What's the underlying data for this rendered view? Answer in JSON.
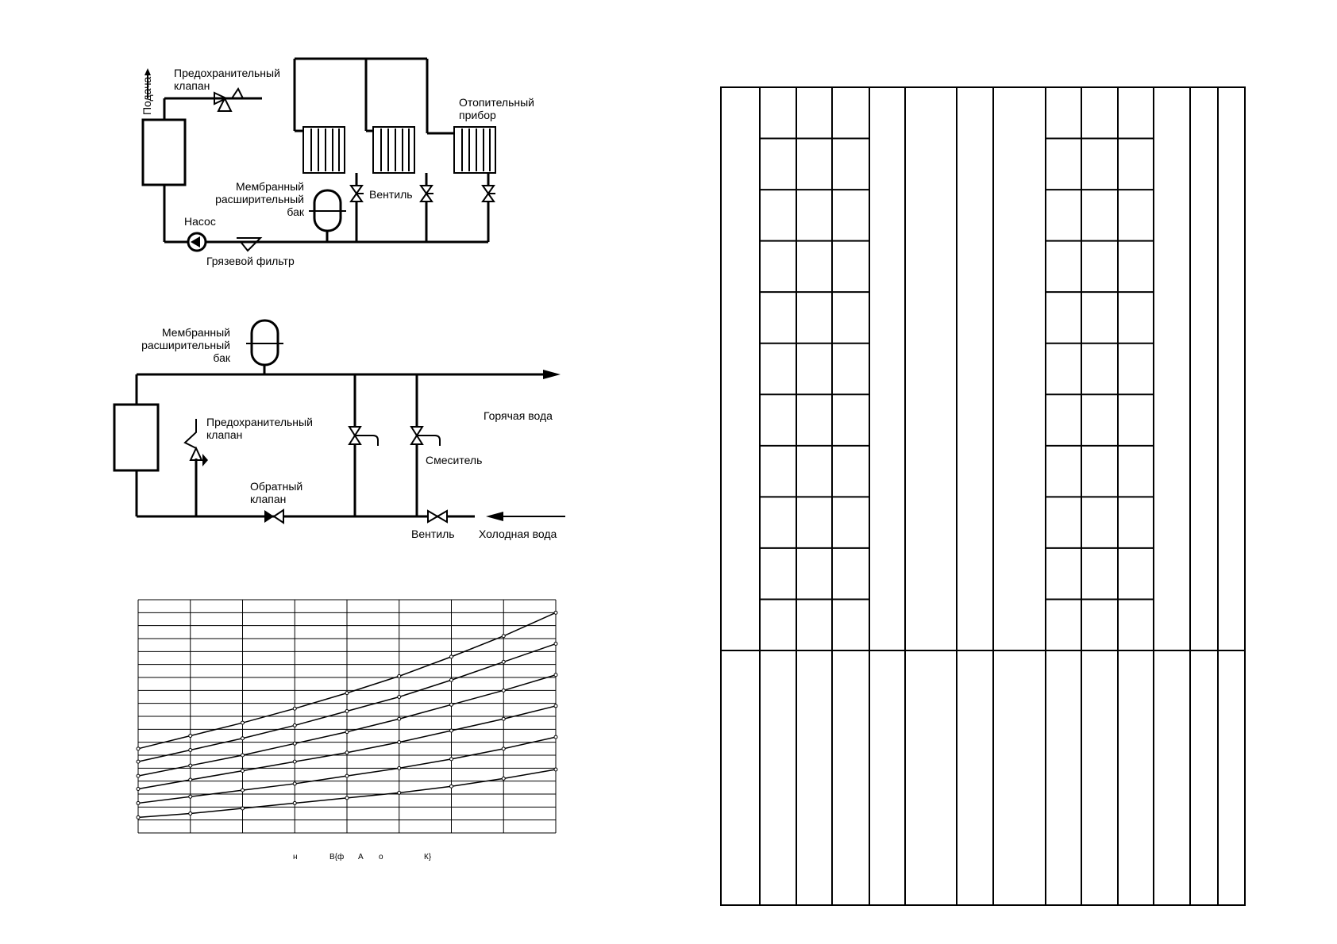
{
  "diagram1": {
    "supply": "Подача",
    "safety_valve_1": "Предохранительный",
    "safety_valve_2": "клапан",
    "heater_1": "Отопительный",
    "heater_2": "прибор",
    "tank_1": "Мембранный",
    "tank_2": "расширительный",
    "tank_3": "бак",
    "valve": "Вентиль",
    "pump": "Насос",
    "filter": "Грязевой фильтр"
  },
  "diagram2": {
    "tank_1": "Мембранный",
    "tank_2": "расширительный",
    "tank_3": "бак",
    "hot_water": "Горячая вода",
    "safety_valve_1": "Предохранительный",
    "safety_valve_2": "клапан",
    "mixer": "Смеситель",
    "check_valve_1": "Обратный",
    "check_valve_2": "клапан",
    "valve": "Вентиль",
    "cold_water": "Холодная вода"
  },
  "chart_data": {
    "type": "line",
    "x": [
      0,
      1,
      2,
      3,
      4,
      5,
      6,
      7,
      8
    ],
    "xlim": [
      0,
      8
    ],
    "ylim": [
      0,
      18
    ],
    "grid": true,
    "series": [
      {
        "values": [
          6.5,
          7.5,
          8.5,
          9.6,
          10.8,
          12.1,
          13.6,
          15.2,
          17.0
        ]
      },
      {
        "values": [
          5.5,
          6.4,
          7.3,
          8.3,
          9.4,
          10.5,
          11.8,
          13.2,
          14.6
        ]
      },
      {
        "values": [
          4.4,
          5.2,
          6.0,
          6.9,
          7.8,
          8.8,
          9.9,
          11.0,
          12.2
        ]
      },
      {
        "values": [
          3.4,
          4.1,
          4.8,
          5.5,
          6.2,
          7.0,
          7.9,
          8.8,
          9.8
        ]
      },
      {
        "values": [
          2.3,
          2.8,
          3.3,
          3.8,
          4.4,
          5.0,
          5.7,
          6.5,
          7.4
        ]
      },
      {
        "values": [
          1.2,
          1.5,
          1.9,
          2.3,
          2.7,
          3.1,
          3.6,
          4.2,
          4.9
        ]
      }
    ],
    "caption_glyphs": [
      "н",
      "В{ф",
      "А",
      "о",
      "К}"
    ]
  }
}
